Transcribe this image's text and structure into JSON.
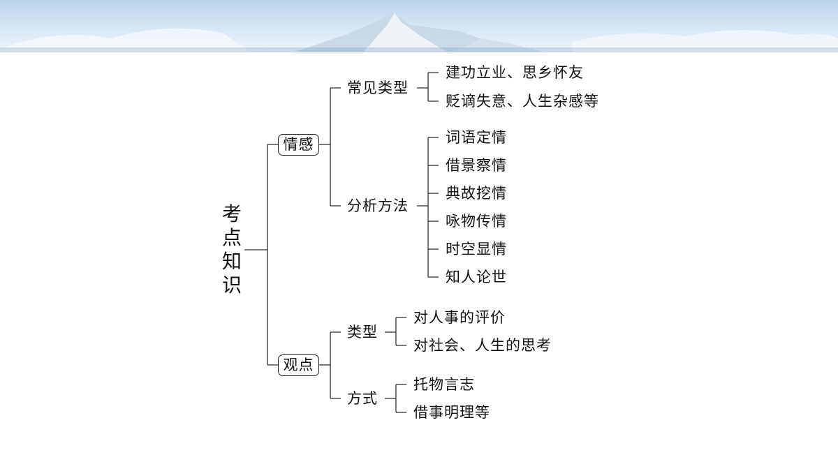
{
  "root": {
    "chars": [
      "考",
      "点",
      "知",
      "识"
    ]
  },
  "branches": [
    {
      "label": "情感",
      "children": [
        {
          "label": "常见类型",
          "items": [
            "建功立业、思乡怀友",
            "贬谪失意、人生杂感等"
          ]
        },
        {
          "label": "分析方法",
          "items": [
            "词语定情",
            "借景察情",
            "典故挖情",
            "咏物传情",
            "时空显情",
            "知人论世"
          ]
        }
      ]
    },
    {
      "label": "观点",
      "children": [
        {
          "label": "类型",
          "items": [
            "对人事的评价",
            "对社会、人生的思考"
          ]
        },
        {
          "label": "方式",
          "items": [
            "托物言志",
            "借事明理等"
          ]
        }
      ]
    }
  ]
}
